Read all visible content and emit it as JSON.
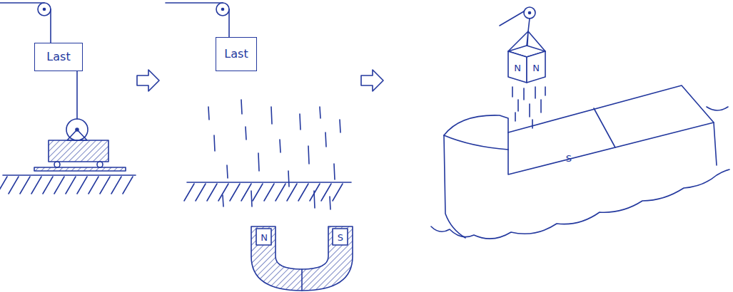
{
  "diagram": {
    "nodes": [
      {
        "text": [
          "Last"
        ]
      },
      {
        "text": [
          "Last"
        ]
      }
    ],
    "labels": [
      "N",
      "S",
      "N",
      "N",
      "S"
    ]
  }
}
